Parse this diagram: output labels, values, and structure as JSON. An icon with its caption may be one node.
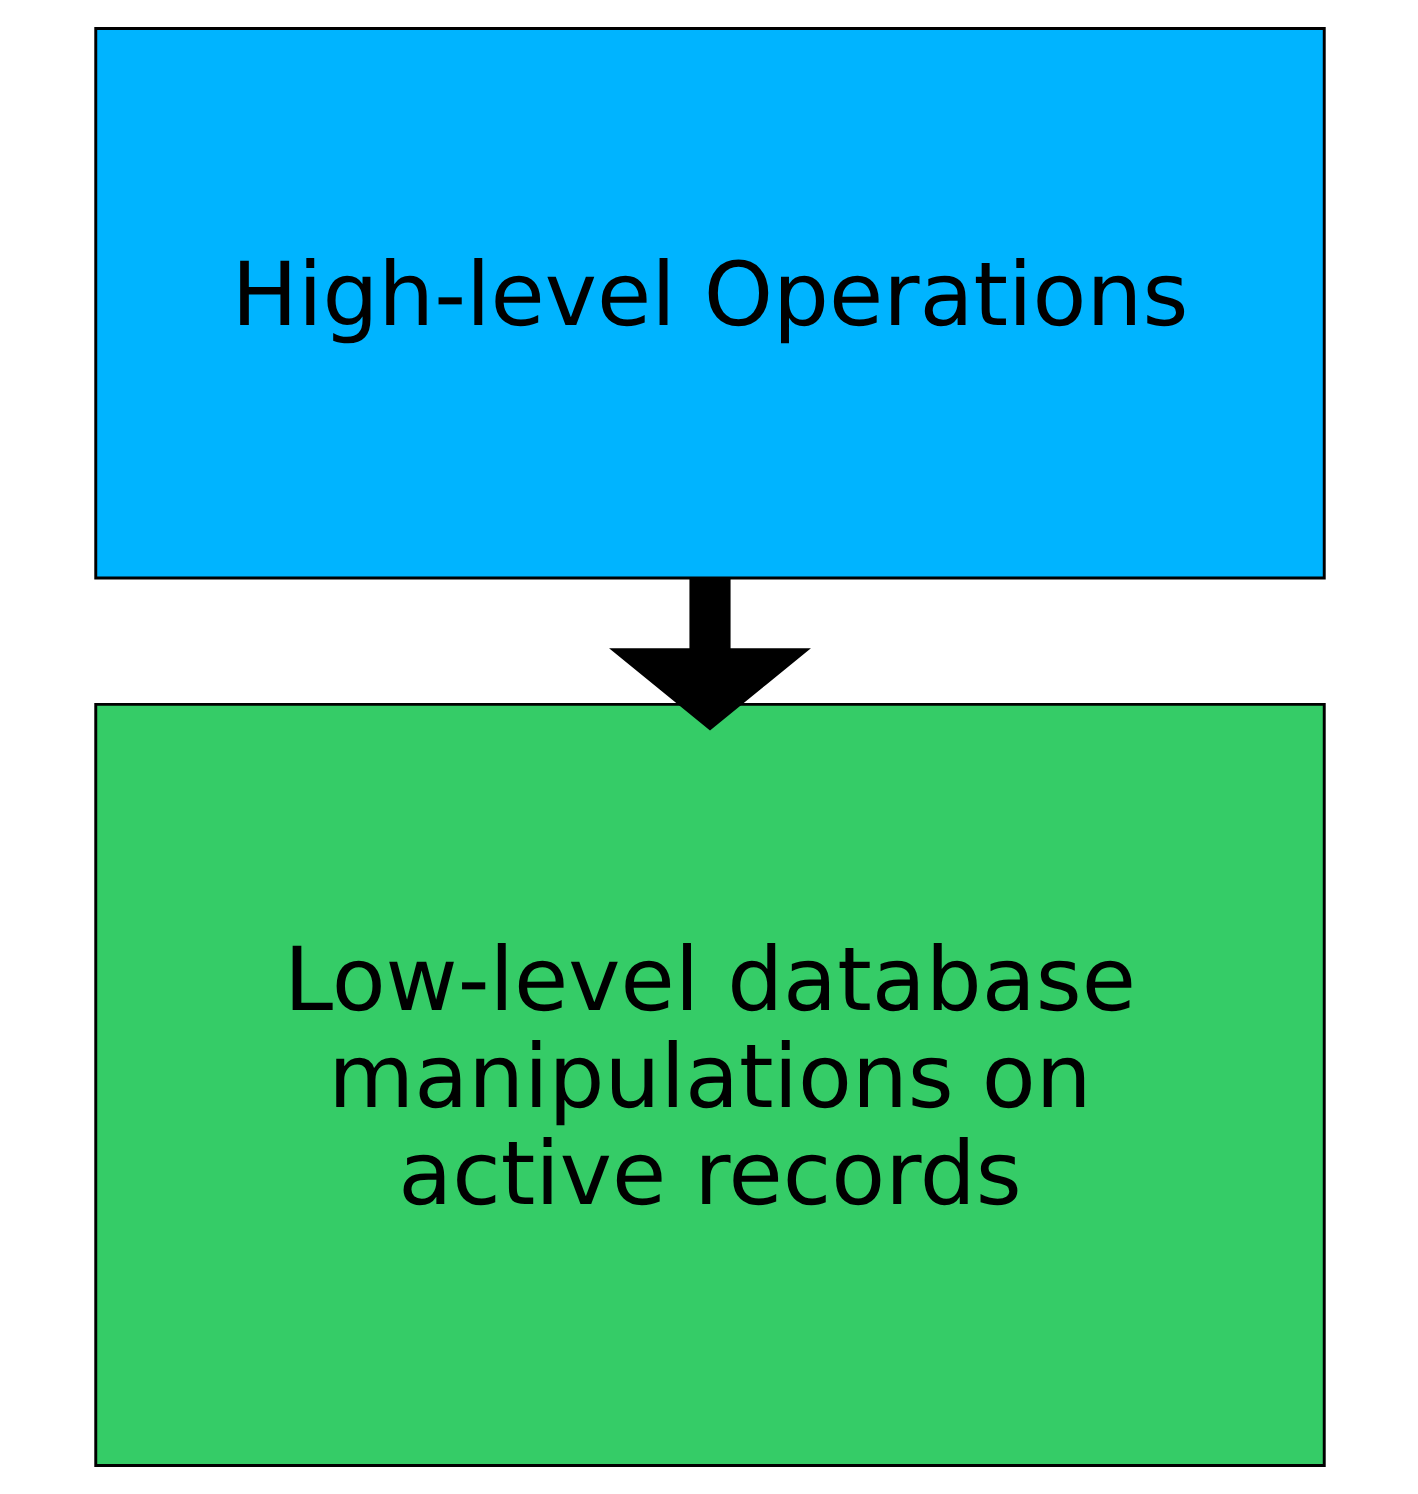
{
  "diagram": {
    "nodes": [
      {
        "text": [
          "High-level Operations"
        ]
      },
      {
        "text": [
          "Low-level database manipulations on active records"
        ]
      }
    ],
    "edges": [
      {
        "from": 0,
        "to": 1,
        "arrow": "to"
      }
    ]
  }
}
